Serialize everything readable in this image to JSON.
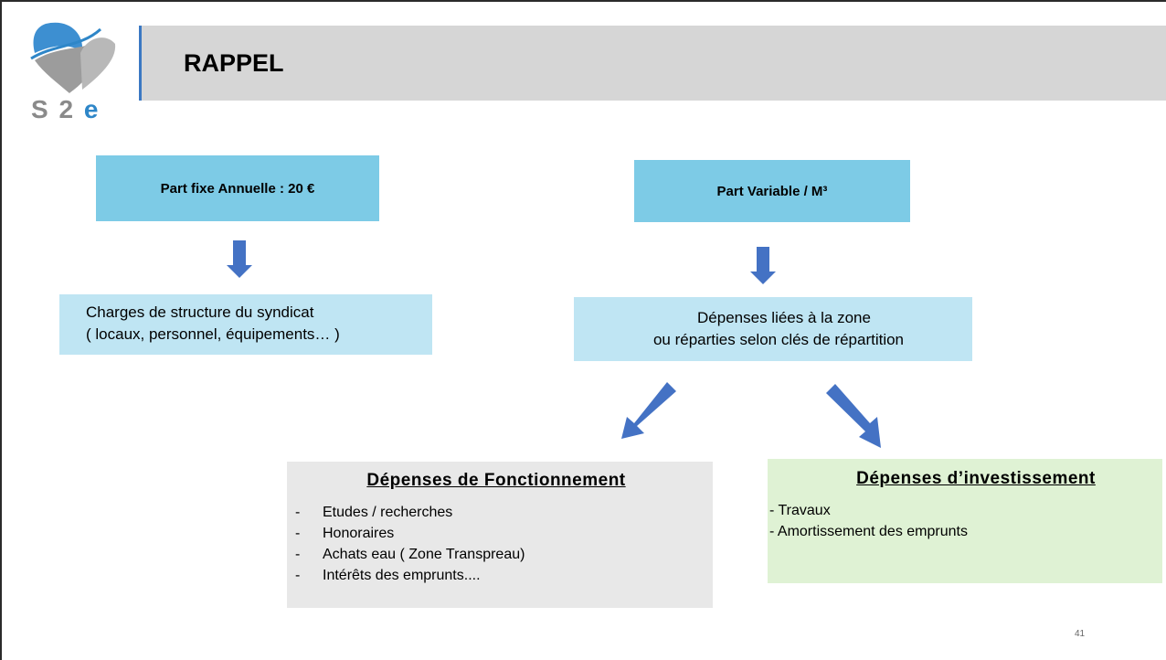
{
  "logo": {
    "text": "S 2",
    "e_letter": "e",
    "colors": {
      "blue": "#3d8fd1",
      "grey": "#9c9c9c"
    }
  },
  "header": {
    "title": "RAPPEL"
  },
  "diagram": {
    "part_fixe": {
      "label": "Part fixe Annuelle : 20 €"
    },
    "part_variable": {
      "label": "Part Variable  / M³"
    },
    "charges": {
      "line1": "Charges de structure du syndicat",
      "line2": "( locaux, personnel, équipements… )"
    },
    "depenses_zone": {
      "line1": "Dépenses liées à la zone",
      "line2": "ou réparties selon clés de répartition"
    },
    "fonctionnement": {
      "heading": "Dépenses de Fonctionnement",
      "items": [
        {
          "dash": "-",
          "text": "Etudes / recherches"
        },
        {
          "dash": "-",
          "text": "Honoraires"
        },
        {
          "dash": "-",
          "text": "Achats eau ( Zone Transpreau)"
        },
        {
          "dash": "-",
          "text": "Intérêts des emprunts...."
        }
      ]
    },
    "investissement": {
      "heading": "Dépenses d’investissement",
      "items": [
        {
          "text": "- Travaux"
        },
        {
          "text": "- Amortissement des emprunts"
        }
      ]
    },
    "colors": {
      "blue_box": "#7dcbe6",
      "light_blue_box": "#bfe5f3",
      "grey_box": "#e8e8e8",
      "green_box": "#dff2d4",
      "arrow": "#4472c4"
    }
  },
  "footer": {
    "page_number": "41"
  }
}
